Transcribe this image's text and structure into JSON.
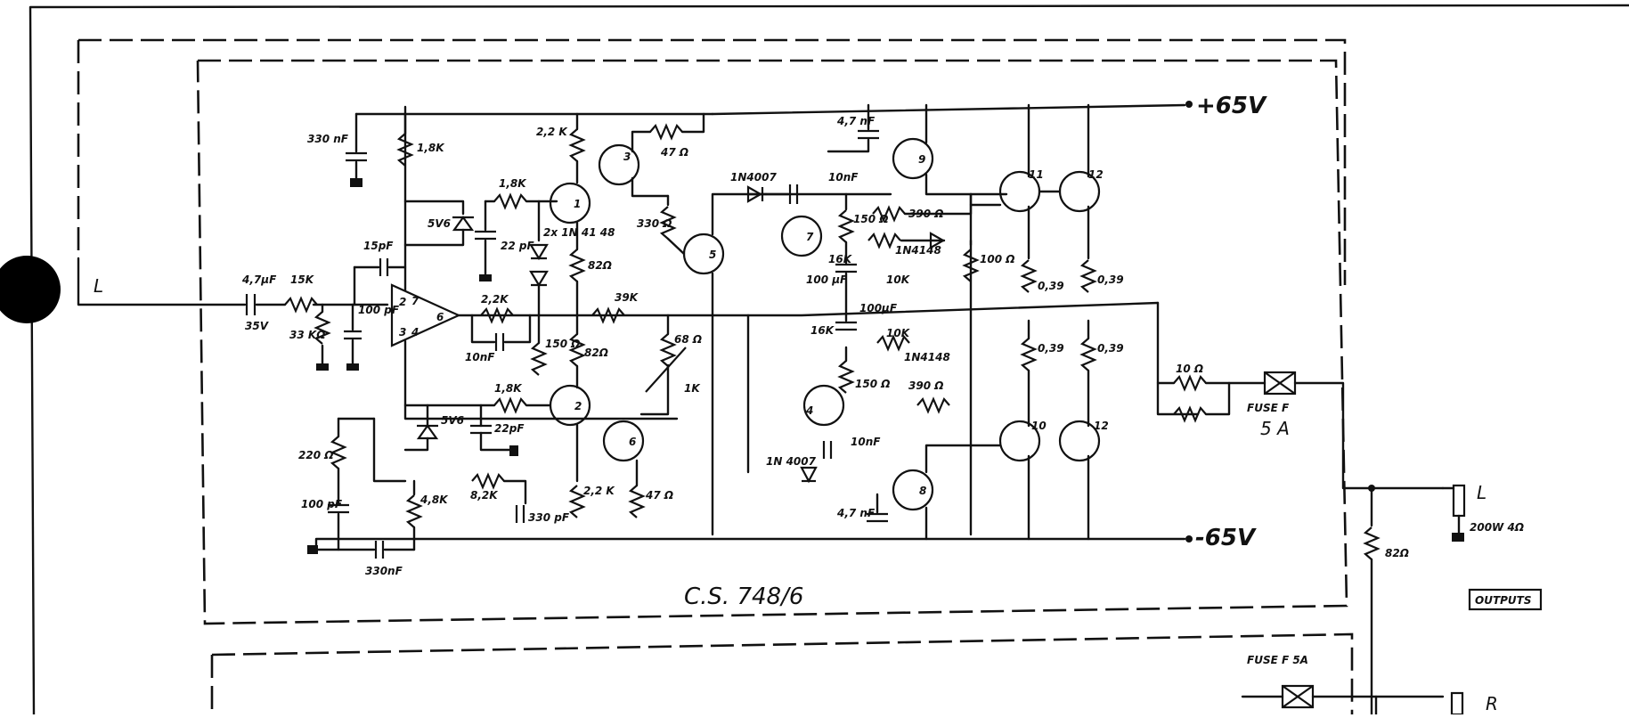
{
  "board_label": "C.S. 748/6",
  "rails": {
    "positive": "+65V",
    "negative": "-65V"
  },
  "input_label": "L",
  "output": {
    "channel": "L",
    "rating": "200W 4Ω",
    "section_label": "OUTPUTS",
    "fuse_main": "FUSE F",
    "fuse_main_rating": "5 A",
    "fuse_second": "FUSE F 5A",
    "resistor": "82Ω",
    "second_channel": "R"
  },
  "opamp_pins": {
    "p2": "2",
    "p3": "3",
    "p7": "7",
    "p4": "4",
    "p6": "6"
  },
  "transistors": [
    "1",
    "2",
    "3",
    "4",
    "5",
    "6",
    "7",
    "8",
    "9",
    "10",
    "11",
    "12"
  ],
  "labels": {
    "c_in": "4,7µF",
    "c_in_v": "35V",
    "r_in": "15K",
    "r_33k": "33 KΩ",
    "c_100pf": "100 pF",
    "c_15pf": "15pF",
    "r_2k2": "2,2K",
    "c_10nf_a": "10nF",
    "c_330nf": "330 nF",
    "r_1k8_top": "1,8K",
    "zener_top": "5V6",
    "c_22pf": "22 pF",
    "r_1k8_a": "1,8K",
    "diodes": "2x 1N 41 48",
    "r_82": "82Ω",
    "r_2k2_top": "2,2 K",
    "r_47": "47 Ω",
    "r_39k": "39K",
    "r_150a": "150 Ω",
    "r_82b": "82Ω",
    "r_330a": "330 Ω",
    "pot_68": "68 Ω",
    "pot_1k": "1K",
    "d_top": "1N4007",
    "c_10nf_b": "10nF",
    "c_4n7_top": "4,7 nF",
    "r_150b": "150 Ω",
    "r_390a": "390 Ω",
    "d_4148a": "1N4148",
    "r_10ka": "10K",
    "c_100uf": "100 µF",
    "r_16k_a": "16K",
    "c_100uf_b": "100µF",
    "r_16k_b": "16K",
    "r_10kb": "10K",
    "d_4148b": "1N4148",
    "r_150c": "150 Ω",
    "r_390b": "390 Ω",
    "r_100": "100 Ω",
    "r_039a": "0,39",
    "r_039b": "0,39",
    "r_039c": "0,39",
    "r_039d": "0,39",
    "r_10": "10 Ω",
    "r_1k8_b": "1,8K",
    "zener_bot": "5V6",
    "c_22pf_b": "22pF",
    "r_220": "220 Ω",
    "c_100pf_b": "100 pF",
    "r_4k8": "4,8K",
    "r_8k2": "8,2K",
    "c_330pf": "330 pF",
    "r_2k2_bot": "2,2 K",
    "r_47b": "47 Ω",
    "c_330nf_b": "330nF",
    "d_bot": "1N 4007",
    "c_10nf_c": "10nF",
    "c_4n7_bot": "4,7 nF"
  }
}
